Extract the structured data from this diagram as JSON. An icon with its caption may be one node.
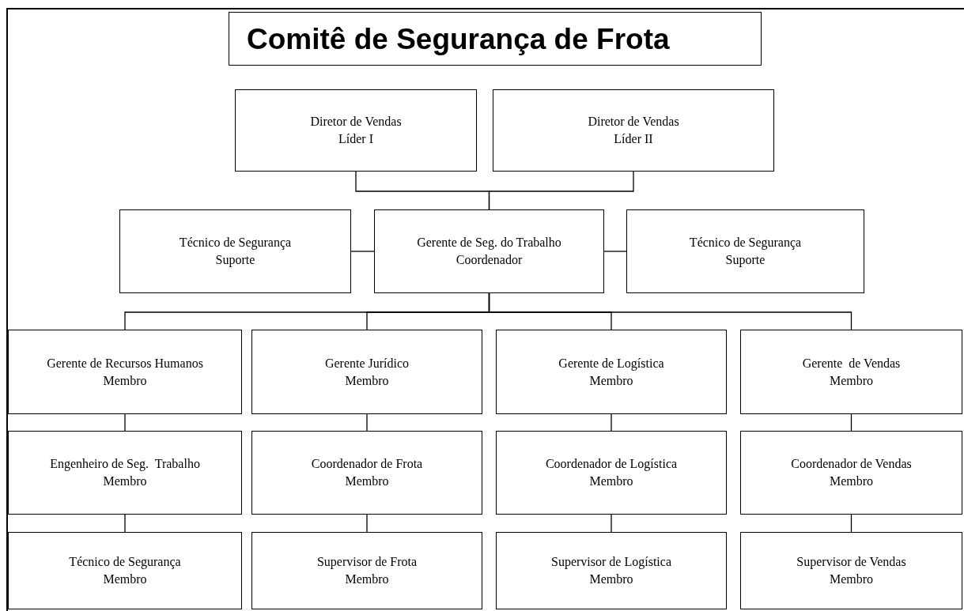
{
  "diagram": {
    "title": "Comitê de Segurança de Frota",
    "nodes": [
      {
        "text": [
          "Diretor de Vendas",
          "Líder I"
        ]
      },
      {
        "text": [
          "Diretor de Vendas",
          "Líder II"
        ]
      },
      {
        "text": [
          "Técnico de Segurança",
          "Suporte"
        ]
      },
      {
        "text": [
          "Gerente de Seg. do Trabalho",
          "Coordenador"
        ]
      },
      {
        "text": [
          "Técnico de Segurança",
          "Suporte"
        ]
      },
      {
        "text": [
          "Gerente de Recursos Humanos",
          "Membro"
        ]
      },
      {
        "text": [
          "Gerente Jurídico",
          "Membro"
        ]
      },
      {
        "text": [
          "Gerente de Logística",
          "Membro"
        ]
      },
      {
        "text": [
          "Gerente  de Vendas",
          "Membro"
        ]
      },
      {
        "text": [
          "Engenheiro de Seg.  Trabalho",
          "Membro"
        ]
      },
      {
        "text": [
          "Coordenador de Frota",
          "Membro"
        ]
      },
      {
        "text": [
          "Coordenador de Logística",
          "Membro"
        ]
      },
      {
        "text": [
          "Coordenador de Vendas",
          "Membro"
        ]
      },
      {
        "text": [
          "Técnico de Segurança",
          "Membro"
        ]
      },
      {
        "text": [
          "Supervisor de Frota",
          "Membro"
        ]
      },
      {
        "text": [
          "Supervisor de Logística",
          "Membro"
        ]
      },
      {
        "text": [
          "Supervisor de Vendas",
          "Membro"
        ]
      }
    ],
    "edges": [
      {
        "from": 0,
        "to": 3,
        "arrow": "none"
      },
      {
        "from": 1,
        "to": 3,
        "arrow": "none"
      },
      {
        "from": 2,
        "to": 3,
        "arrow": "none"
      },
      {
        "from": 3,
        "to": 4,
        "arrow": "none"
      },
      {
        "from": 3,
        "to": 5,
        "arrow": "none"
      },
      {
        "from": 3,
        "to": 6,
        "arrow": "none"
      },
      {
        "from": 3,
        "to": 7,
        "arrow": "none"
      },
      {
        "from": 3,
        "to": 8,
        "arrow": "none"
      },
      {
        "from": 5,
        "to": 9,
        "arrow": "none"
      },
      {
        "from": 6,
        "to": 10,
        "arrow": "none"
      },
      {
        "from": 7,
        "to": 11,
        "arrow": "none"
      },
      {
        "from": 8,
        "to": 12,
        "arrow": "none"
      },
      {
        "from": 9,
        "to": 13,
        "arrow": "none"
      },
      {
        "from": 10,
        "to": 14,
        "arrow": "none"
      },
      {
        "from": 11,
        "to": 15,
        "arrow": "none"
      },
      {
        "from": 12,
        "to": 16,
        "arrow": "none"
      }
    ]
  }
}
